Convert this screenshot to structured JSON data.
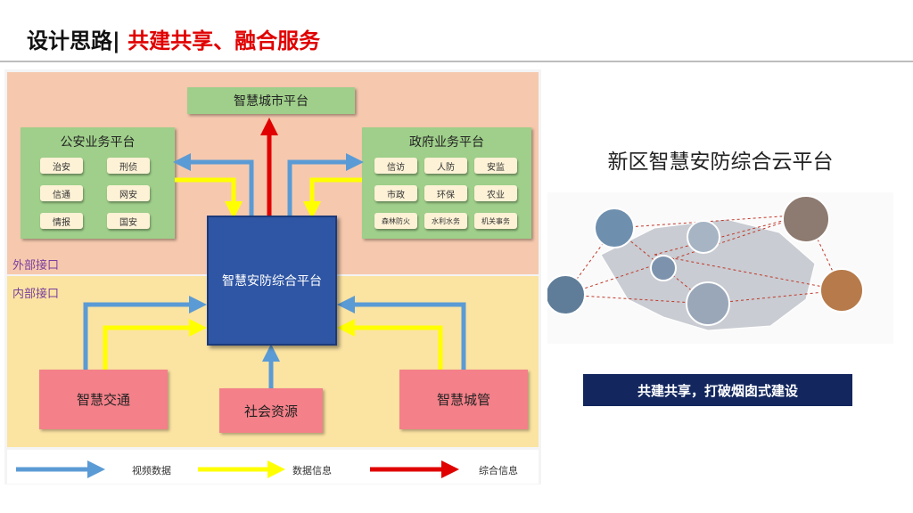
{
  "header": {
    "title_prefix": "设计思路|",
    "title_main": "共建共享、融合服务"
  },
  "diagram": {
    "top_platform": "智慧城市平台",
    "police": {
      "title": "公安业务平台",
      "items": [
        "治安",
        "刑侦",
        "信通",
        "网安",
        "情报",
        "国安"
      ]
    },
    "gov": {
      "title": "政府业务平台",
      "items": [
        "信访",
        "人防",
        "安监",
        "市政",
        "环保",
        "农业",
        "森林防火",
        "水利水务",
        "机关事务"
      ]
    },
    "center": "智慧安防综合平台",
    "outer_label": "外部接口",
    "inner_label": "内部接口",
    "bottom": [
      "智慧交通",
      "社会资源",
      "智慧城管"
    ],
    "legend": [
      {
        "label": "视频数据",
        "color": "#5b9bd5"
      },
      {
        "label": "数据信息",
        "color": "#ffff00"
      },
      {
        "label": "综合信息",
        "color": "#e00000"
      }
    ]
  },
  "right": {
    "title": "新区智慧安防综合云平台",
    "banner": "共建共享，打破烟囱式建设"
  }
}
